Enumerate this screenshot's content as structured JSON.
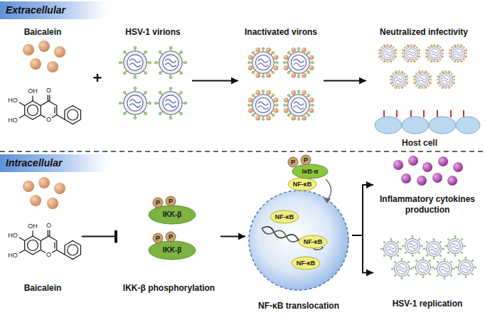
{
  "diagram": {
    "nodes": [
      {
        "text": [
          "Extracellular"
        ]
      },
      {
        "text": [
          "Baicalein"
        ]
      },
      {
        "text": [
          "HSV-1 virions"
        ]
      },
      {
        "text": [
          "Inactivated virons"
        ]
      },
      {
        "text": [
          "Neutralized infectivity"
        ]
      },
      {
        "text": [
          "Intracellular"
        ]
      },
      {
        "text": [
          "Baicalein"
        ]
      },
      {
        "text": [
          "IKK-β phosphorylation"
        ]
      },
      {
        "text": [
          "NF-κB translocation"
        ]
      },
      {
        "text": [
          "Inflammatory cytokines production"
        ]
      },
      {
        "text": [
          "HSV-1 replication"
        ]
      }
    ],
    "edges": [
      {
        "from": 2,
        "to": 3,
        "arrow": "to"
      },
      {
        "from": 3,
        "to": 4,
        "arrow": "to"
      },
      {
        "from": 6,
        "to": 7,
        "arrow": "to"
      },
      {
        "from": 7,
        "to": 8,
        "arrow": "to"
      },
      {
        "from": 8,
        "to": 9,
        "arrow": "to"
      },
      {
        "from": 8,
        "to": 10,
        "arrow": "to"
      }
    ],
    "labels": [
      "+",
      "Host cell",
      "OH",
      "O",
      "HO",
      "HO",
      "O",
      "OH",
      "O",
      "HO",
      "HO",
      "O",
      "P",
      "P",
      "IKK-β",
      "P",
      "P",
      "IKK-β",
      "P",
      "P",
      "IκB-α",
      "NF-κB",
      "NF-κB",
      "NF-κB",
      "NF-κB"
    ]
  }
}
